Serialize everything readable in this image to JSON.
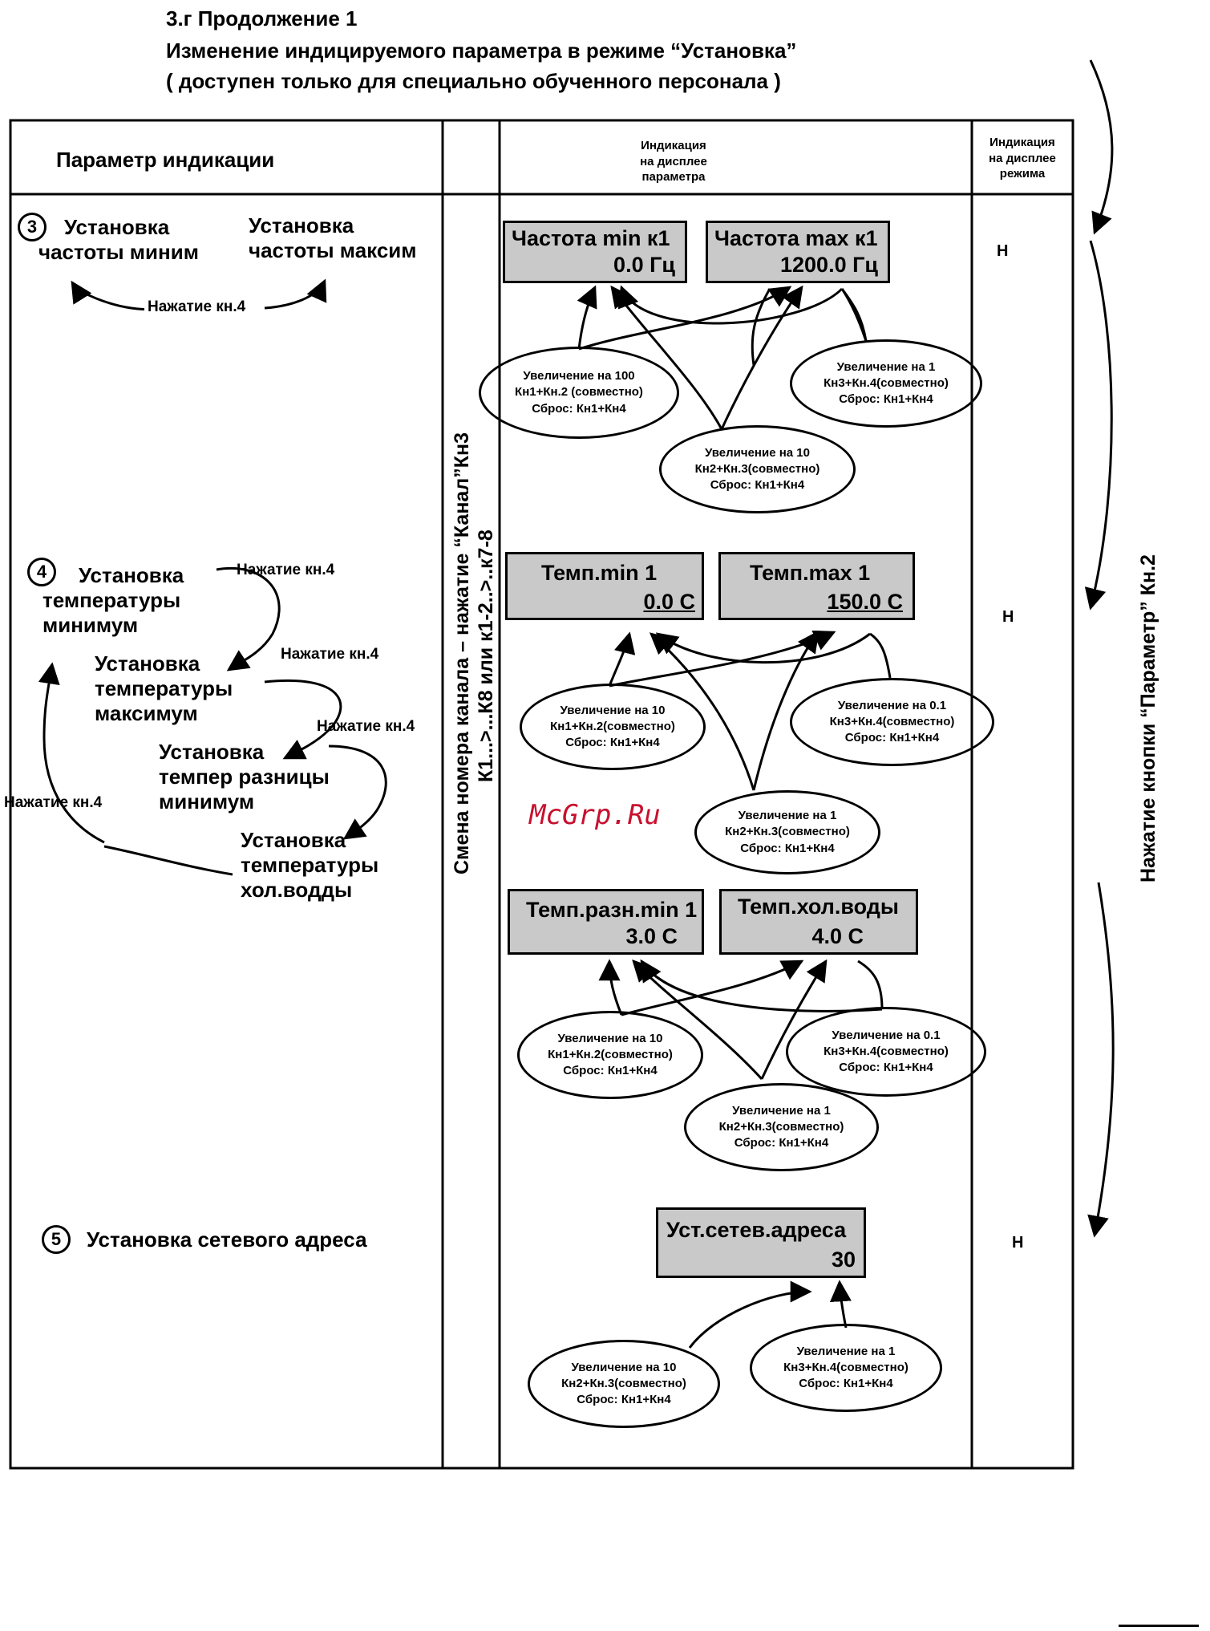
{
  "header": {
    "line1": "3.г  Продолжение 1",
    "line2": "Изменение индицируемого параметра в режиме “Установка”",
    "line3": "( доступен только для специально обученного персонала )"
  },
  "table": {
    "col1_header": "Параметр индикации",
    "col3_header": [
      "Индикация",
      "на дисплее",
      "параметра"
    ],
    "col4_header": [
      "Индикация",
      "на дисплее",
      "режима"
    ],
    "channel_label_1": "Смена номера канала – нажатие “Канал”Кн3",
    "channel_label_2": "К1...>...К8 или к1-2..>..к7-8"
  },
  "right_label": "Нажатие кнопки “Параметр” Кн.2",
  "section3": {
    "number": "3",
    "left_label": [
      "Установка",
      "частоты миним"
    ],
    "right_label": [
      "Установка",
      "частоты максим"
    ],
    "press": "Нажатие кн.4",
    "displays": [
      {
        "title": "Частота min к1",
        "value": "0.0 Гц"
      },
      {
        "title": "Частота max к1",
        "value": "1200.0 Гц"
      }
    ],
    "ellipses": [
      [
        "Увеличение на 100",
        "Кн1+Кн.2 (совместно)",
        "Сброс: Кн1+Кн4"
      ],
      [
        "Увеличение на 1",
        "Кн3+Кн.4(совместно)",
        "Сброс: Кн1+Кн4"
      ],
      [
        "Увеличение на 10",
        "Кн2+Кн.3(совместно)",
        "Сброс: Кн1+Кн4"
      ]
    ],
    "mode": "Н"
  },
  "section4": {
    "number": "4",
    "items": [
      [
        "Установка",
        "температуры",
        "минимум"
      ],
      [
        "Установка",
        "температуры",
        "максимум"
      ],
      [
        "Установка",
        "темпер разницы",
        "минимум"
      ],
      [
        "Установка",
        "температуры",
        "хол.водды"
      ]
    ],
    "press": "Нажатие кн.4",
    "displays": [
      {
        "title": "Темп.min 1",
        "value": "0.0 С"
      },
      {
        "title": "Темп.max 1",
        "value": "150.0 С"
      },
      {
        "title": "Темп.разн.min 1",
        "value": "3.0 С"
      },
      {
        "title": "Темп.хол.воды",
        "value": "4.0 С"
      }
    ],
    "ellipses_a": [
      [
        "Увеличение на 10",
        "Кн1+Кн.2(совместно)",
        "Сброс: Кн1+Кн4"
      ],
      [
        "Увеличение на 0.1",
        "Кн3+Кн.4(совместно)",
        "Сброс: Кн1+Кн4"
      ],
      [
        "Увеличение на 1",
        "Кн2+Кн.3(совместно)",
        "Сброс: Кн1+Кн4"
      ]
    ],
    "ellipses_b": [
      [
        "Увеличение на 10",
        "Кн1+Кн.2(совместно)",
        "Сброс: Кн1+Кн4"
      ],
      [
        "Увеличение на 0.1",
        "Кн3+Кн.4(совместно)",
        "Сброс: Кн1+Кн4"
      ],
      [
        "Увеличение на 1",
        "Кн2+Кн.3(совместно)",
        "Сброс: Кн1+Кн4"
      ]
    ],
    "mode": "Н"
  },
  "section5": {
    "number": "5",
    "label": "Установка сетевого адреса",
    "display": {
      "title": "Уст.сетев.адреса",
      "value": "30"
    },
    "ellipses": [
      [
        "Увеличение на 10",
        "Кн2+Кн.3(совместно)",
        "Сброс: Кн1+Кн4"
      ],
      [
        "Увеличение на 1",
        "Кн3+Кн.4(совместно)",
        "Сброс: Кн1+Кн4"
      ]
    ],
    "mode": "Н"
  },
  "watermark": "McGrp.Ru"
}
